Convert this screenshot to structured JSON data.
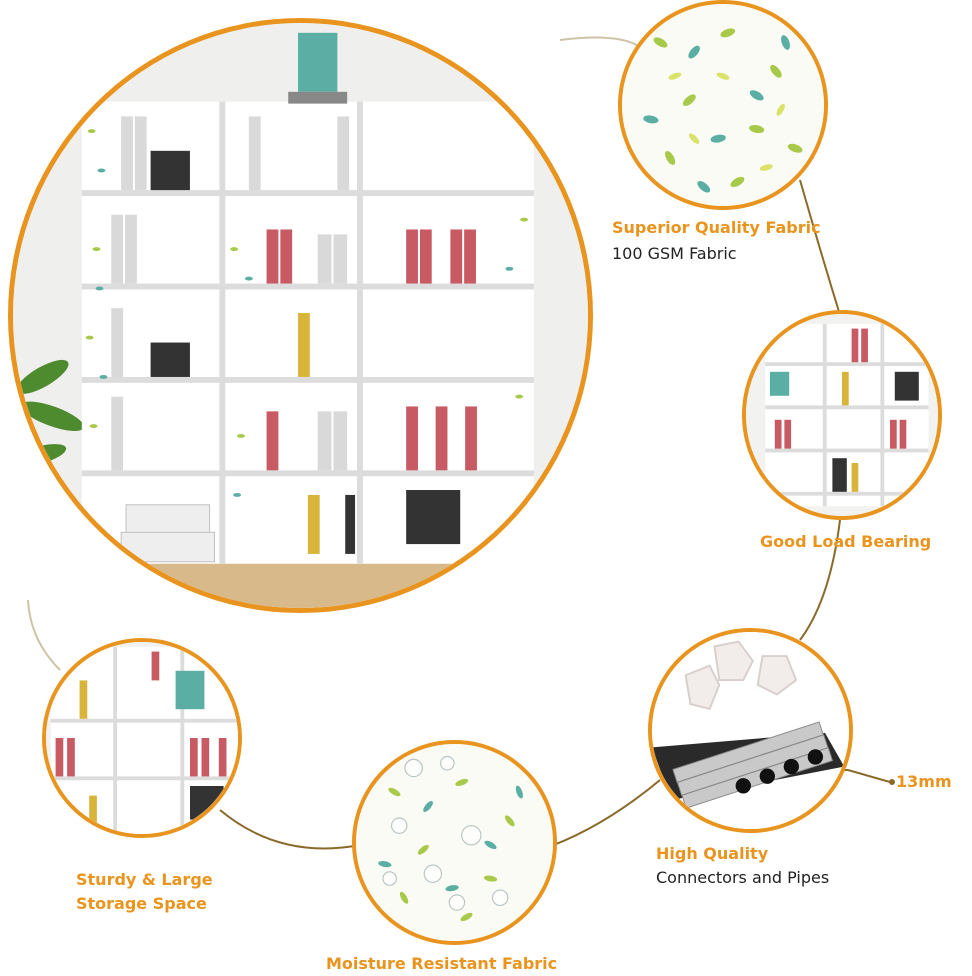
{
  "colors": {
    "accent": "#e8941e",
    "connector": "#8a6a2a",
    "text": "#222222"
  },
  "features": {
    "fabric": {
      "title": "Superior Quality Fabric",
      "subtitle": "100 GSM Fabric",
      "icon": "leaf-pattern-icon"
    },
    "load": {
      "title": "Good Load Bearing",
      "icon": "bookshelf-icon"
    },
    "pipes": {
      "title": "High Quality",
      "subtitle": "Connectors and Pipes",
      "measure": "13mm",
      "icon": "pipe-connector-icon"
    },
    "moisture": {
      "title": "Moisture Resistant Fabric",
      "icon": "water-droplet-icon"
    },
    "storage": {
      "title": "Sturdy & Large",
      "title2": "Storage Space",
      "icon": "shelf-storage-icon"
    }
  }
}
